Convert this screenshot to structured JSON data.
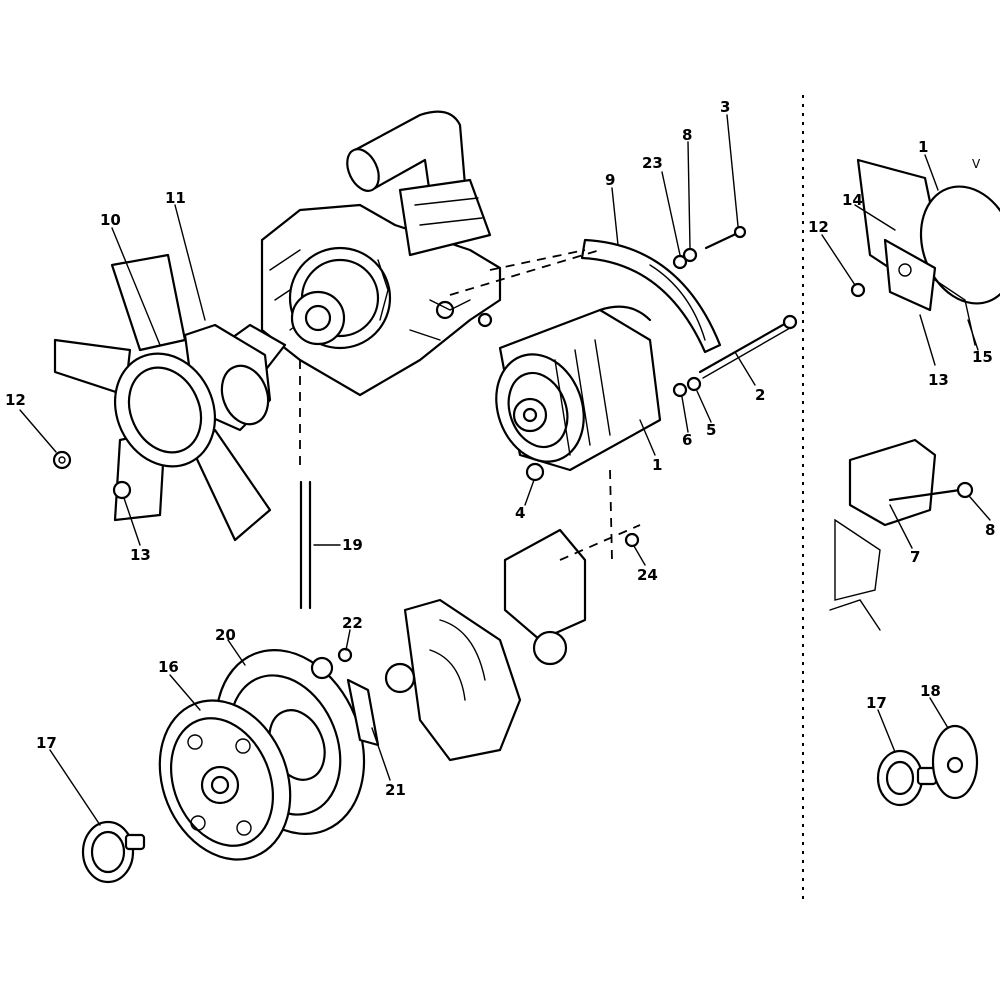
{
  "diagram": {
    "callouts": {
      "c1": "1",
      "c2": "2",
      "c3": "3",
      "c4": "4",
      "c5": "5",
      "c6": "6",
      "c7": "7",
      "c8": "8",
      "c9": "9",
      "c10": "10",
      "c11": "11",
      "c12": "12",
      "c13": "13",
      "c16": "16",
      "c17": "17",
      "c19": "19",
      "c20": "20",
      "c21": "21",
      "c22": "22",
      "c23": "23",
      "c24": "24"
    },
    "inset_callouts": {
      "i1": "1",
      "i12": "12",
      "i13": "13",
      "i14": "14",
      "i15": "15",
      "i17": "17",
      "i18": "18",
      "iv": "V"
    }
  }
}
